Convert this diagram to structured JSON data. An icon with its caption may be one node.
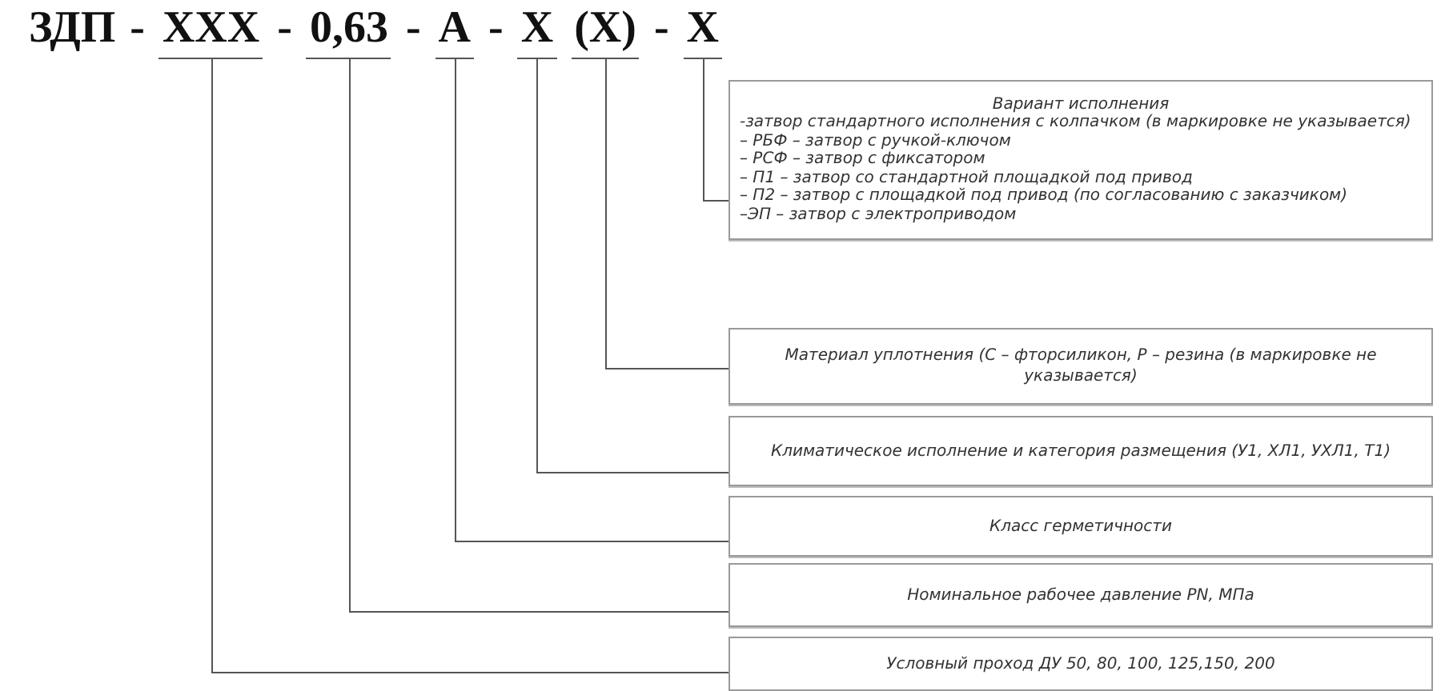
{
  "diagram": {
    "nodes": [
      {
        "text": [
          "XXX"
        ]
      },
      {
        "text": [
          "0,63"
        ]
      },
      {
        "text": [
          "A"
        ]
      },
      {
        "text": [
          "X"
        ]
      },
      {
        "text": [
          "(X)"
        ]
      },
      {
        "text": [
          "X"
        ]
      },
      {
        "text": [
          "Вариант исполнения",
          "-затвор стандартного исполнения с колпачком (в маркировке не указывается)",
          "– РБФ – затвор с ручкой-ключом",
          "– РСФ – затвор с фиксатором",
          "– П1 – затвор со стандартной площадкой под привод",
          "– П2 – затвор с площадкой под привод (по согласованию с заказчиком)",
          "–ЭП – затвор с электроприводом"
        ]
      },
      {
        "text": [
          "Материал уплотнения (С – фторсиликон, Р – резина (в маркировке не указывается)"
        ]
      },
      {
        "text": [
          "Климатическое исполнение и категория размещения (У1, ХЛ1, УХЛ1, Т1)"
        ]
      },
      {
        "text": [
          "Класс герметичности"
        ]
      },
      {
        "text": [
          "Номинальное рабочее давление PN, МПа"
        ]
      },
      {
        "text": [
          "Условный проход ДУ 50, 80, 100, 125,150, 200"
        ]
      }
    ],
    "edges": [
      {
        "from": 5,
        "to": 6,
        "arrow": "none"
      },
      {
        "from": 4,
        "to": 7,
        "arrow": "none"
      },
      {
        "from": 3,
        "to": 8,
        "arrow": "none"
      },
      {
        "from": 2,
        "to": 9,
        "arrow": "none"
      },
      {
        "from": 1,
        "to": 10,
        "arrow": "none"
      },
      {
        "from": 0,
        "to": 11,
        "arrow": "none"
      }
    ],
    "labels": [
      "ЗДП",
      "-",
      "-",
      "-",
      "-",
      "-"
    ]
  }
}
